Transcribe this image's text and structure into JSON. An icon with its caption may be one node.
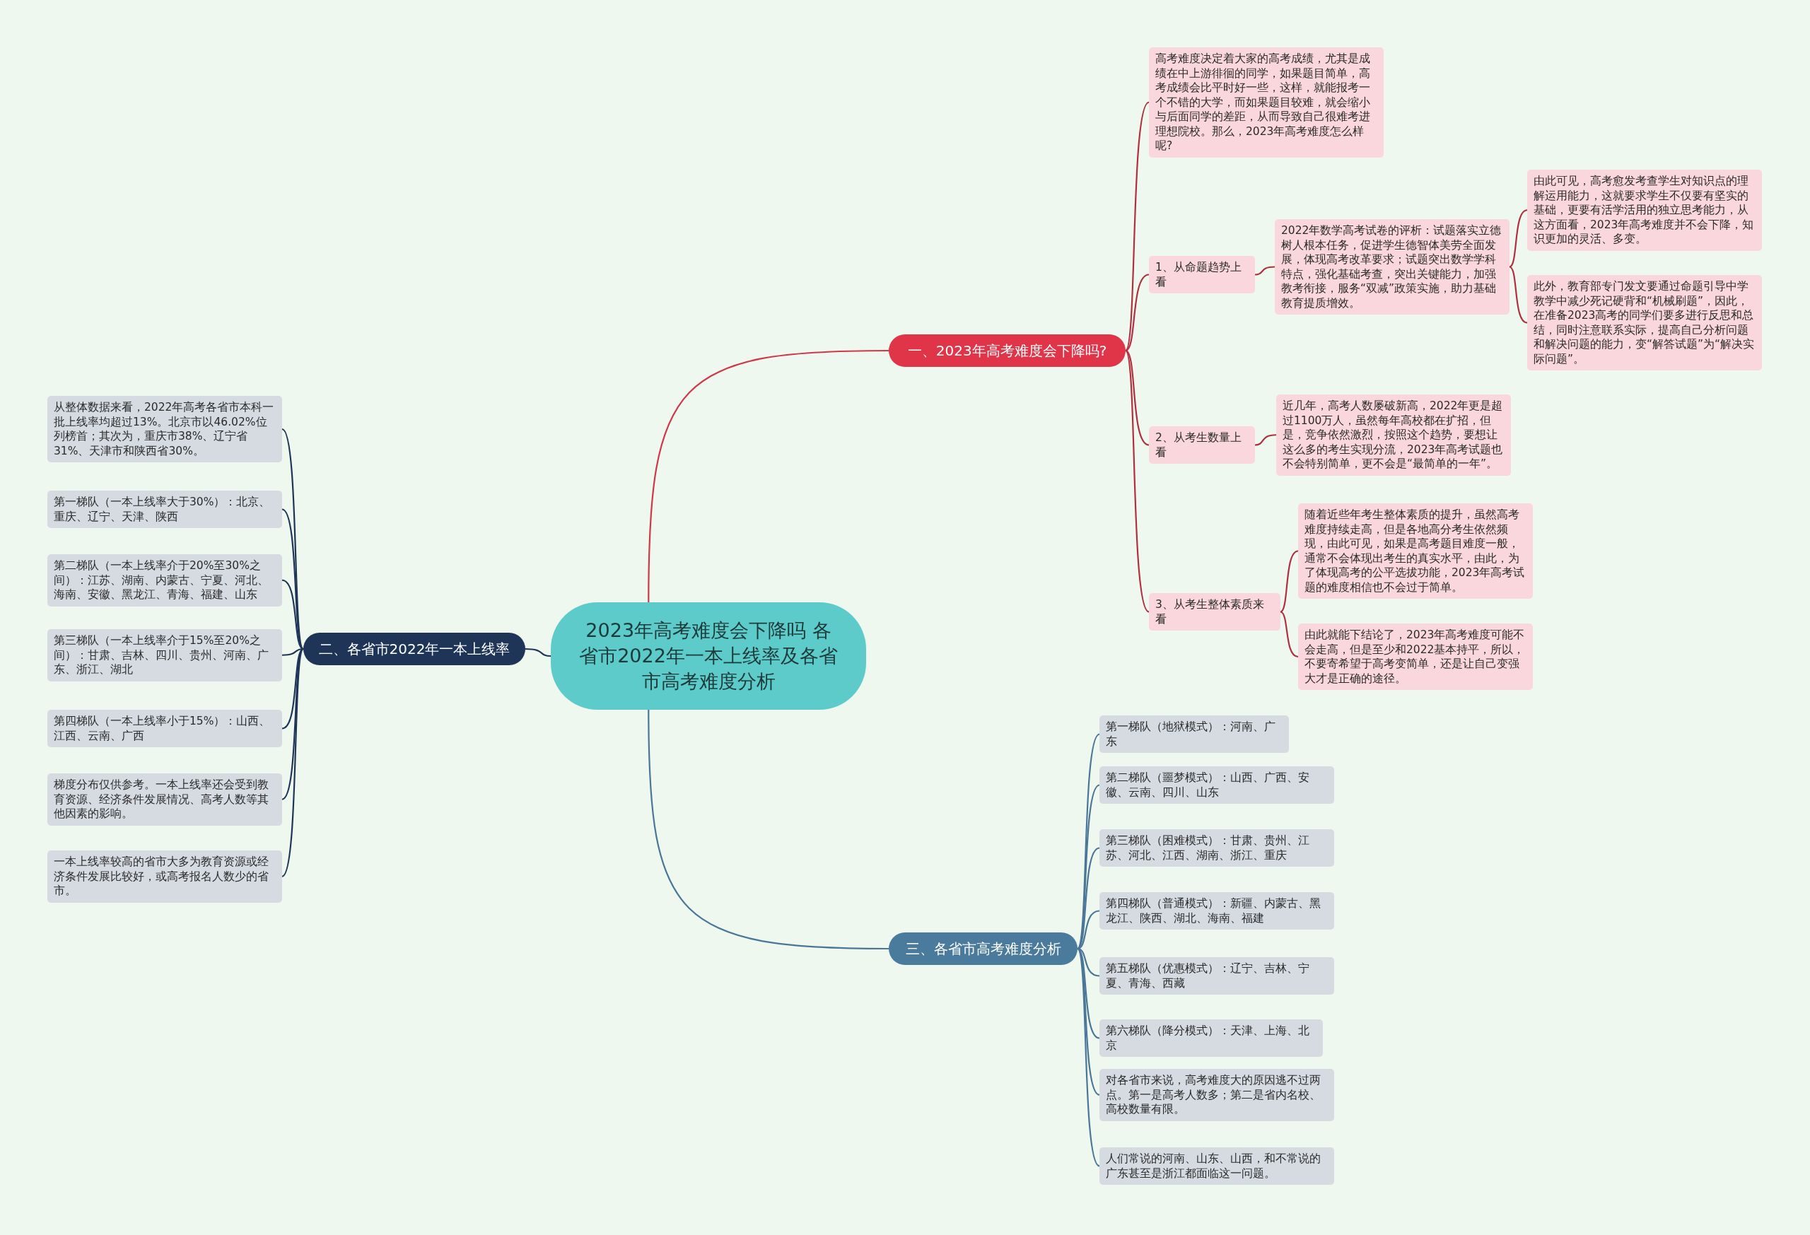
{
  "diagram": {
    "nodes": [
      {
        "text": [
          "2023年高考难度会下降吗 各省市2022年一本上线率及各省市高考难度分析"
        ]
      },
      {
        "text": [
          "一、2023年高考难度会下降吗?"
        ]
      },
      {
        "text": [
          "二、各省市2022年一本上线率"
        ]
      },
      {
        "text": [
          "三、各省市高考难度分析"
        ]
      },
      {
        "text": [
          "高考难度决定着大家的高考成绩，尤其是成绩在中上游徘徊的同学，如果题目简单，高考成绩会比平时好一些，这样，就能报考一个不错的大学，而如果题目较难，就会缩小与后面同学的差距，从而导致自己很难考进理想院校。那么，2023年高考难度怎么样呢?"
        ]
      },
      {
        "text": [
          "1、从命题趋势上看"
        ]
      },
      {
        "text": [
          "2022年数学高考试卷的评析：试题落实立德树人根本任务，促进学生德智体美劳全面发展，体现高考改革要求；试题突出数学学科特点，强化基础考查，突出关键能力，加强教考衔接，服务“双减”政策实施，助力基础教育提质增效。"
        ]
      },
      {
        "text": [
          "由此可见，高考愈发考查学生对知识点的理解运用能力，这就要求学生不仅要有坚实的基础，更要有活学活用的独立思考能力，从这方面看，2023年高考难度并不会下降，知识更加的灵活、多变。"
        ]
      },
      {
        "text": [
          "此外，教育部专门发文要通过命题引导中学教学中减少死记硬背和“机械刷题”，因此，在准备2023高考的同学们要多进行反思和总结，同时注意联系实际，提高自己分析问题和解决问题的能力，变“解答试题”为“解决实际问题”。"
        ]
      },
      {
        "text": [
          "2、从考生数量上看"
        ]
      },
      {
        "text": [
          "近几年，高考人数屡破新高，2022年更是超过1100万人，虽然每年高校都在扩招，但是，竞争依然激烈，按照这个趋势，要想让这么多的考生实现分流，2023年高考试题也不会特别简单，更不会是“最简单的一年”。"
        ]
      },
      {
        "text": [
          "3、从考生整体素质来看"
        ]
      },
      {
        "text": [
          "随着近些年考生整体素质的提升，虽然高考难度持续走高，但是各地高分考生依然频现，由此可见，如果是高考题目难度一般，通常不会体现出考生的真实水平，由此，为了体现高考的公平选拔功能，2023年高考试题的难度相信也不会过于简单。"
        ]
      },
      {
        "text": [
          "由此就能下结论了，2023年高考难度可能不会走高，但是至少和2022基本持平，所以，不要寄希望于高考变简单，还是让自己变强大才是正确的途径。"
        ]
      },
      {
        "text": [
          "从整体数据来看，2022年高考各省市本科一批上线率均超过13%。北京市以46.02%位列榜首；其次为，重庆市38%、辽宁省31%、天津市和陕西省30%。"
        ]
      },
      {
        "text": [
          "第一梯队（一本上线率大于30%）：北京、重庆、辽宁、天津、陕西"
        ]
      },
      {
        "text": [
          "第二梯队（一本上线率介于20%至30%之间）：江苏、湖南、内蒙古、宁夏、河北、海南、安徽、黑龙江、青海、福建、山东"
        ]
      },
      {
        "text": [
          "第三梯队（一本上线率介于15%至20%之间）：甘肃、吉林、四川、贵州、河南、广东、浙江、湖北"
        ]
      },
      {
        "text": [
          "第四梯队（一本上线率小于15%）：山西、江西、云南、广西"
        ]
      },
      {
        "text": [
          "梯度分布仅供参考。一本上线率还会受到教育资源、经济条件发展情况、高考人数等其他因素的影响。"
        ]
      },
      {
        "text": [
          "一本上线率较高的省市大多为教育资源或经济条件发展比较好，或高考报名人数少的省市。"
        ]
      },
      {
        "text": [
          "第一梯队（地狱模式）：河南、广东"
        ]
      },
      {
        "text": [
          "第二梯队（噩梦模式）：山西、广西、安徽、云南、四川、山东"
        ]
      },
      {
        "text": [
          "第三梯队（困难模式）：甘肃、贵州、江苏、河北、江西、湖南、浙江、重庆"
        ]
      },
      {
        "text": [
          "第四梯队（普通模式）：新疆、内蒙古、黑龙江、陕西、湖北、海南、福建"
        ]
      },
      {
        "text": [
          "第五梯队（优惠模式）：辽宁、吉林、宁夏、青海、西藏"
        ]
      },
      {
        "text": [
          "第六梯队（降分模式）：天津、上海、北京"
        ]
      },
      {
        "text": [
          "对各省市来说，高考难度大的原因逃不过两点。第一是高考人数多；第二是省内名校、高校数量有限。"
        ]
      },
      {
        "text": [
          "人们常说的河南、山东、山西，和不常说的广东甚至是浙江都面临这一问题。"
        ]
      }
    ],
    "edges": [
      {
        "from": 0,
        "to": 1,
        "arrow": "none",
        "color": "#d0384a"
      },
      {
        "from": 0,
        "to": 2,
        "arrow": "none",
        "color": "#1e3557"
      },
      {
        "from": 0,
        "to": 3,
        "arrow": "none",
        "color": "#4a7698"
      },
      {
        "from": 1,
        "to": 4,
        "arrow": "none",
        "color": "#b0303e"
      },
      {
        "from": 1,
        "to": 5,
        "arrow": "none",
        "color": "#b0303e"
      },
      {
        "from": 1,
        "to": 9,
        "arrow": "none",
        "color": "#b0303e"
      },
      {
        "from": 1,
        "to": 11,
        "arrow": "none",
        "color": "#b0303e"
      },
      {
        "from": 5,
        "to": 6,
        "arrow": "none",
        "color": "#b0303e"
      },
      {
        "from": 6,
        "to": 7,
        "arrow": "none",
        "color": "#b0303e"
      },
      {
        "from": 6,
        "to": 8,
        "arrow": "none",
        "color": "#b0303e"
      },
      {
        "from": 9,
        "to": 10,
        "arrow": "none",
        "color": "#b0303e"
      },
      {
        "from": 11,
        "to": 12,
        "arrow": "none",
        "color": "#b0303e"
      },
      {
        "from": 11,
        "to": 13,
        "arrow": "none",
        "color": "#b0303e"
      },
      {
        "from": 2,
        "to": 14,
        "arrow": "none",
        "color": "#1e3557"
      },
      {
        "from": 2,
        "to": 15,
        "arrow": "none",
        "color": "#1e3557"
      },
      {
        "from": 2,
        "to": 16,
        "arrow": "none",
        "color": "#1e3557"
      },
      {
        "from": 2,
        "to": 17,
        "arrow": "none",
        "color": "#1e3557"
      },
      {
        "from": 2,
        "to": 18,
        "arrow": "none",
        "color": "#1e3557"
      },
      {
        "from": 2,
        "to": 19,
        "arrow": "none",
        "color": "#1e3557"
      },
      {
        "from": 2,
        "to": 20,
        "arrow": "none",
        "color": "#1e3557"
      },
      {
        "from": 3,
        "to": 21,
        "arrow": "none",
        "color": "#4a7698"
      },
      {
        "from": 3,
        "to": 22,
        "arrow": "none",
        "color": "#4a7698"
      },
      {
        "from": 3,
        "to": 23,
        "arrow": "none",
        "color": "#4a7698"
      },
      {
        "from": 3,
        "to": 24,
        "arrow": "none",
        "color": "#4a7698"
      },
      {
        "from": 3,
        "to": 25,
        "arrow": "none",
        "color": "#4a7698"
      },
      {
        "from": 3,
        "to": 26,
        "arrow": "none",
        "color": "#4a7698"
      },
      {
        "from": 3,
        "to": 27,
        "arrow": "none",
        "color": "#4a7698"
      },
      {
        "from": 3,
        "to": 28,
        "arrow": "none",
        "color": "#4a7698"
      }
    ]
  }
}
